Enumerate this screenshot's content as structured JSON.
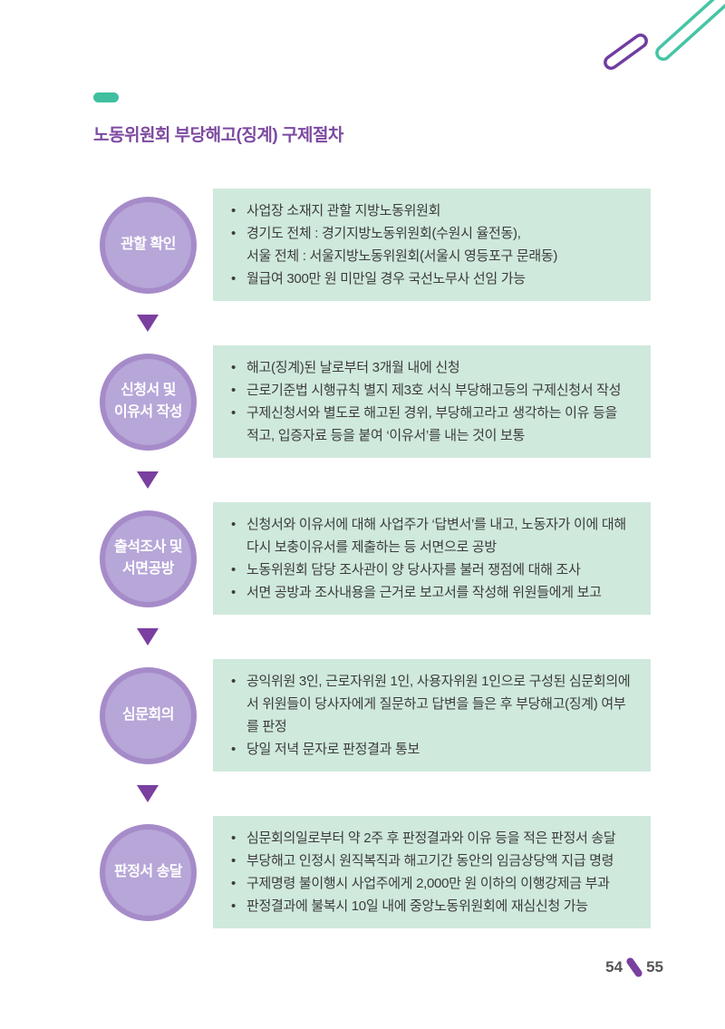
{
  "header": {
    "title": "노동위원회 부당해고(징계) 구제절차"
  },
  "chars": {
    "bullet": "•"
  },
  "steps": [
    {
      "label": "관할 확인",
      "bullets": [
        "사업장 소재지 관할 지방노동위원회",
        "경기도 전체 : 경기지방노동위원회(수원시 율전동),\n서울 전체 : 서울지방노동위원회(서울시 영등포구 문래동)",
        "월급여 300만 원 미만일 경우 국선노무사 선임 가능"
      ]
    },
    {
      "label": "신청서 및\n이유서 작성",
      "bullets": [
        "해고(징계)된 날로부터 3개월 내에 신청",
        "근로기준법 시행규칙 별지 제3호 서식 부당해고등의 구제신청서 작성",
        "구제신청서와 별도로 해고된 경위, 부당해고라고 생각하는 이유 등을 적고, 입증자료 등을 붙여 ‘이유서’를 내는 것이 보통"
      ]
    },
    {
      "label": "출석조사 및\n서면공방",
      "bullets": [
        "신청서와 이유서에 대해 사업주가 ‘답변서’를 내고, 노동자가 이에 대해 다시 보충이유서를 제출하는 등 서면으로 공방",
        "노동위원회 담당 조사관이 양 당사자를 불러 쟁점에 대해 조사",
        "서면 공방과 조사내용을 근거로 보고서를 작성해 위원들에게 보고"
      ]
    },
    {
      "label": "심문회의",
      "bullets": [
        "공익위원 3인, 근로자위원 1인, 사용자위원 1인으로 구성된 심문회의에서 위원들이 당사자에게 질문하고 답변을 들은 후 부당해고(징계) 여부를 판정",
        "당일 저녁 문자로 판정결과 통보"
      ]
    },
    {
      "label": "판정서 송달",
      "bullets": [
        "심문회의일로부터 약 2주 후 판정결과와 이유 등을 적은 판정서 송달",
        "부당해고 인정시 원직복직과 해고기간 동안의 임금상당액 지급 명령",
        "구제명령 불이행시 사업주에게 2,000만 원 이하의 이행강제금 부과",
        "판정결과에 불복시 10일 내에 중앙노동위원회에 재심신청 가능"
      ]
    }
  ],
  "footer": {
    "page_left": "54",
    "page_right": "55"
  },
  "colors": {
    "accent_purple": "#7d4aa0",
    "arrow_purple": "#7a3f9f",
    "circle_fill": "#b7a6d8",
    "circle_ring": "#a68bc9",
    "box_green": "#cfe9dc",
    "pill_teal": "#3fbf9f",
    "deco_teal": "#45c5a5",
    "deco_purple": "#6f3da2",
    "text_dark": "#3c3c3c",
    "footer_gray": "#55555a"
  }
}
